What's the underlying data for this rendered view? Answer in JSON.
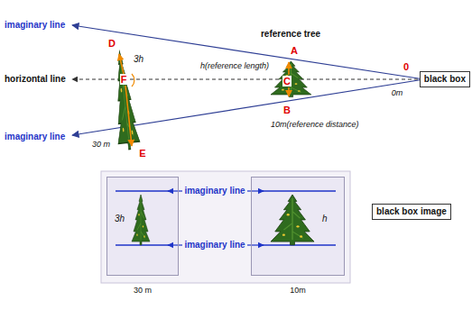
{
  "diagram": {
    "nodes": [
      {
        "text": [
          "black box"
        ]
      },
      {
        "text": [
          "3h"
        ]
      },
      {
        "text": [
          "h"
        ]
      },
      {
        "text": [
          "black box image"
        ]
      }
    ],
    "labels": [
      "imaginary line",
      "D",
      "3h",
      "reference tree",
      "0",
      "A",
      "h(reference length)",
      "horizontal line",
      "F",
      "C",
      "0m",
      "30 m",
      "E",
      "B",
      "10m(reference distance)",
      "imaginary line",
      "imaginary line",
      "imaginary line",
      "30 m",
      "10m"
    ]
  }
}
